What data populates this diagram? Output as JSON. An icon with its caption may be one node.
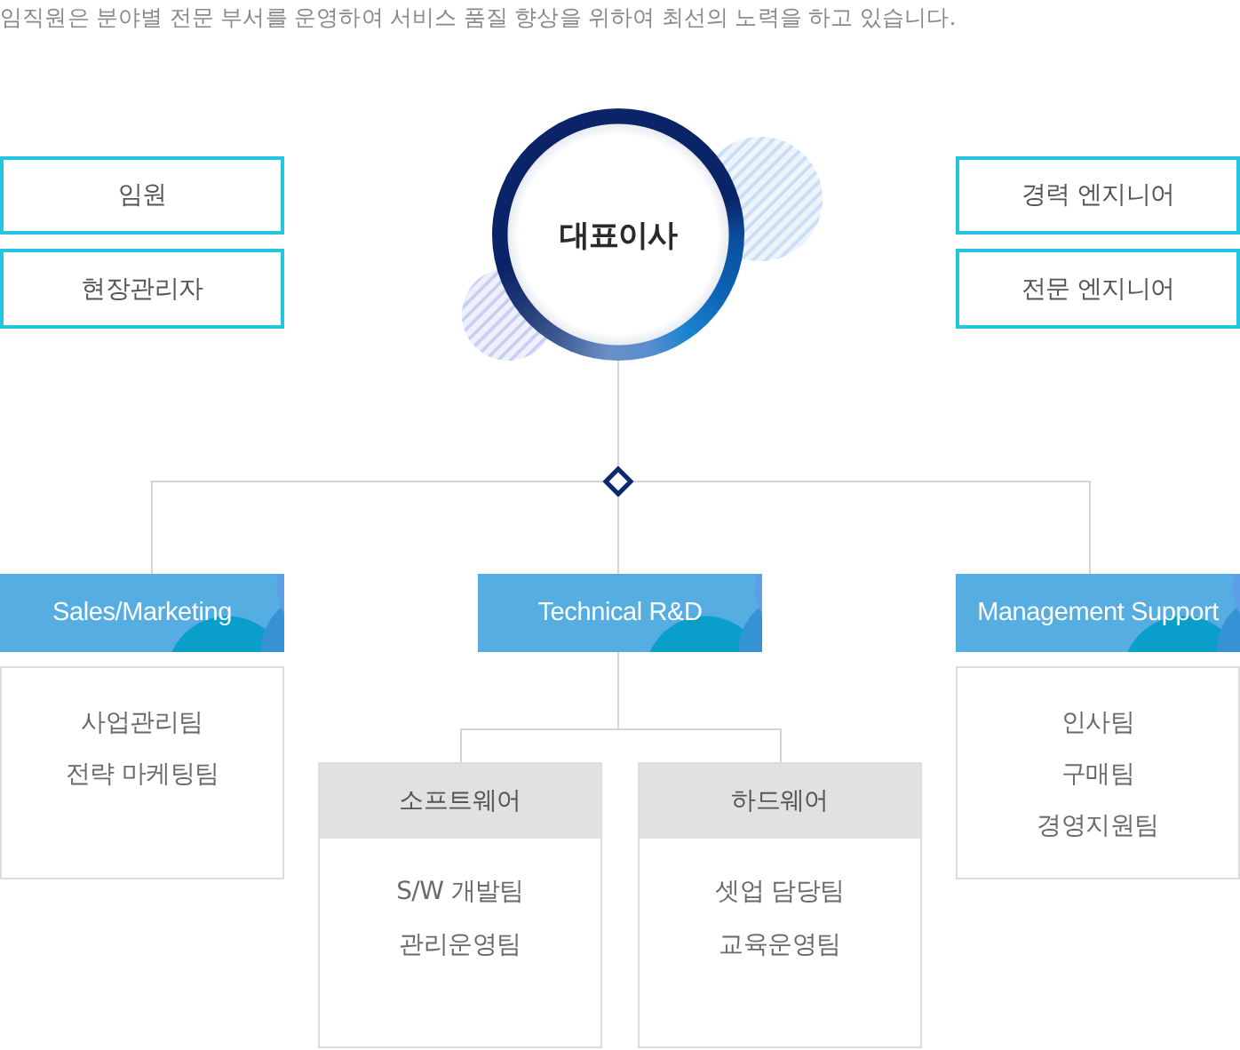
{
  "diagram": {
    "title": "임직원은 분야별 전문 부서를 운영하여 서비스 품질 향상을 위하여 최선의 노력을 하고 있습니다.",
    "nodes": [
      {
        "text": [
          "대표이사"
        ]
      },
      {
        "text": [
          "임원"
        ]
      },
      {
        "text": [
          "현장관리자"
        ]
      },
      {
        "text": [
          "경력 엔지니어"
        ]
      },
      {
        "text": [
          "전문 엔지니어"
        ]
      },
      {
        "text": [],
        "shape": "diamond"
      },
      {
        "text": [
          "Sales/Marketing"
        ]
      },
      {
        "text": [
          "사업관리팀",
          "전략 마케팅팀"
        ]
      },
      {
        "text": [
          "Technical R&D"
        ]
      },
      {
        "text": [
          "소프트웨어",
          "S/W 개발팀",
          "관리운영팀"
        ]
      },
      {
        "text": [
          "하드웨어",
          "셋업 담당팀",
          "교육운영팀"
        ]
      },
      {
        "text": [
          "Management Support"
        ]
      },
      {
        "text": [
          "인사팀",
          "구매팀",
          "경영지원팀"
        ]
      }
    ],
    "edges": [
      {
        "from": 0,
        "to": 5,
        "arrow": "none"
      },
      {
        "from": 5,
        "to": 6,
        "arrow": "none"
      },
      {
        "from": 5,
        "to": 8,
        "arrow": "none"
      },
      {
        "from": 5,
        "to": 11,
        "arrow": "none"
      },
      {
        "from": 8,
        "to": 9,
        "arrow": "none"
      },
      {
        "from": 8,
        "to": 10,
        "arrow": "none"
      }
    ]
  }
}
